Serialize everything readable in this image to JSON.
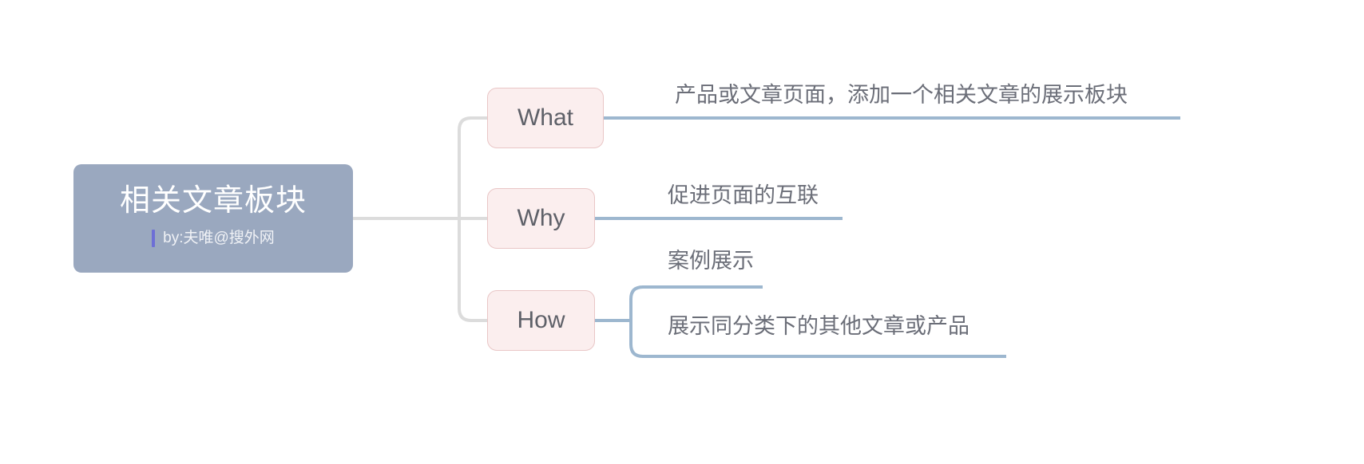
{
  "diagram": {
    "type": "mind-map",
    "background": "#ffffff",
    "root": {
      "title": "相关文章板块",
      "subtitle": "by:夫唯@搜外网",
      "fill": "#9aa8bf",
      "text_color": "#ffffff",
      "accent_bar_color": "#6d6fd6"
    },
    "branch_style": {
      "node_fill": "#fbeeee",
      "node_border": "#e9c6c6",
      "node_text_color": "#5e6068",
      "root_wire_color": "#dcdcdc",
      "leaf_wire_color": "#9db7cf",
      "leaf_text_color": "#6b6e78"
    },
    "branches": [
      {
        "label": "What",
        "leaves": [
          {
            "text": "产品或文章页面，添加一个相关文章的展示板块"
          }
        ]
      },
      {
        "label": "Why",
        "leaves": [
          {
            "text": "促进页面的互联"
          }
        ]
      },
      {
        "label": "How",
        "leaves": [
          {
            "text": "案例展示"
          },
          {
            "text": "展示同分类下的其他文章或产品"
          }
        ]
      }
    ]
  }
}
